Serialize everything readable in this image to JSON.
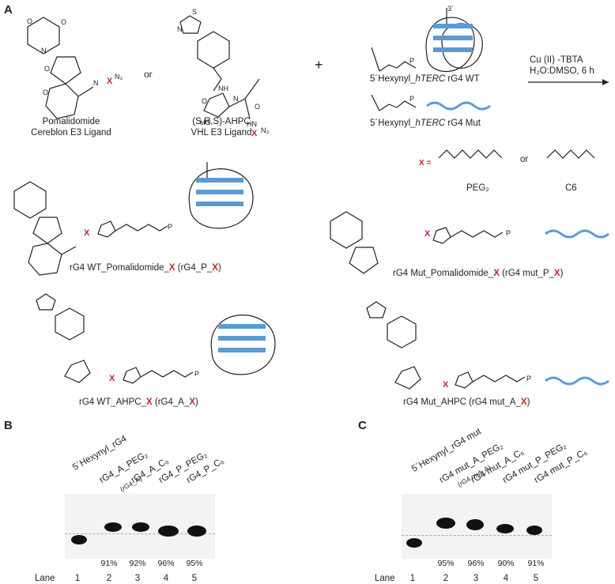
{
  "panels": {
    "a": "A",
    "b": "B",
    "c": "C"
  },
  "ligands": {
    "pom_name": "Pomalidomide",
    "pom_sub": "Cereblon E3 Ligand",
    "or1": "or",
    "ahpc_name": "(S,R,S)-AHPC",
    "ahpc_sub": "VHL E3 Ligand",
    "plus": "+"
  },
  "rna": {
    "wt_pre": "5´Hexynyl_",
    "wt_it": "hTERC",
    "wt_post": " rG4 WT",
    "mut_pre": "5´Hexynyl_",
    "mut_it": "hTERC",
    "mut_post": " rG4 Mut"
  },
  "reaction": {
    "line1": "Cu (II) -TBTA",
    "line2": "H₂O:DMSO, 6 h"
  },
  "linker": {
    "x_eq": "X =",
    "or": "or",
    "peg": "PEG₂",
    "c6": "C6"
  },
  "products": {
    "p_wt_pre": "rG4 WT_Pomalidomide_",
    "p_wt_mid": " (rG4_P_",
    "p_wt_end": ")",
    "p_mut_pre": "rG4 Mut_Pomalidomide_",
    "p_mut_mid": " (rG4 mut_P_",
    "p_mut_end": ")",
    "a_wt_pre": "rG4 WT_AHPC_",
    "a_wt_mid": " (rG4_A_",
    "a_wt_end": ")",
    "a_mut_pre": "rG4 Mut_AHPC (rG4 mut_A_",
    "a_mut_end": ")",
    "x": "X"
  },
  "gel_b": {
    "lanes": [
      "5´Hexynyl_rG4",
      "rG4_A_PEG₂",
      "rG4_A_C₆",
      "rG4_P_PEG₂",
      "rG4_P_C₆"
    ],
    "sub_note": "(rG4_A)",
    "percents": [
      "",
      "91%",
      "92%",
      "96%",
      "95%"
    ],
    "lane_label": "Lane",
    "lane_numbers": [
      "1",
      "2",
      "3",
      "4",
      "5"
    ]
  },
  "gel_c": {
    "lanes": [
      "5´Hexynyl_rG4 mut",
      "rG4 mut_A_PEG₂",
      "rG4 mut_A_C₆",
      "rG4 mut_P_PEG₂",
      "rG4 mut_P_C₆"
    ],
    "sub_note": "(rG4 mut_A)",
    "percents": [
      "",
      "95%",
      "96%",
      "90%",
      "91%"
    ],
    "lane_label": "Lane",
    "lane_numbers": [
      "1",
      "2",
      "3",
      "4",
      "5"
    ]
  }
}
